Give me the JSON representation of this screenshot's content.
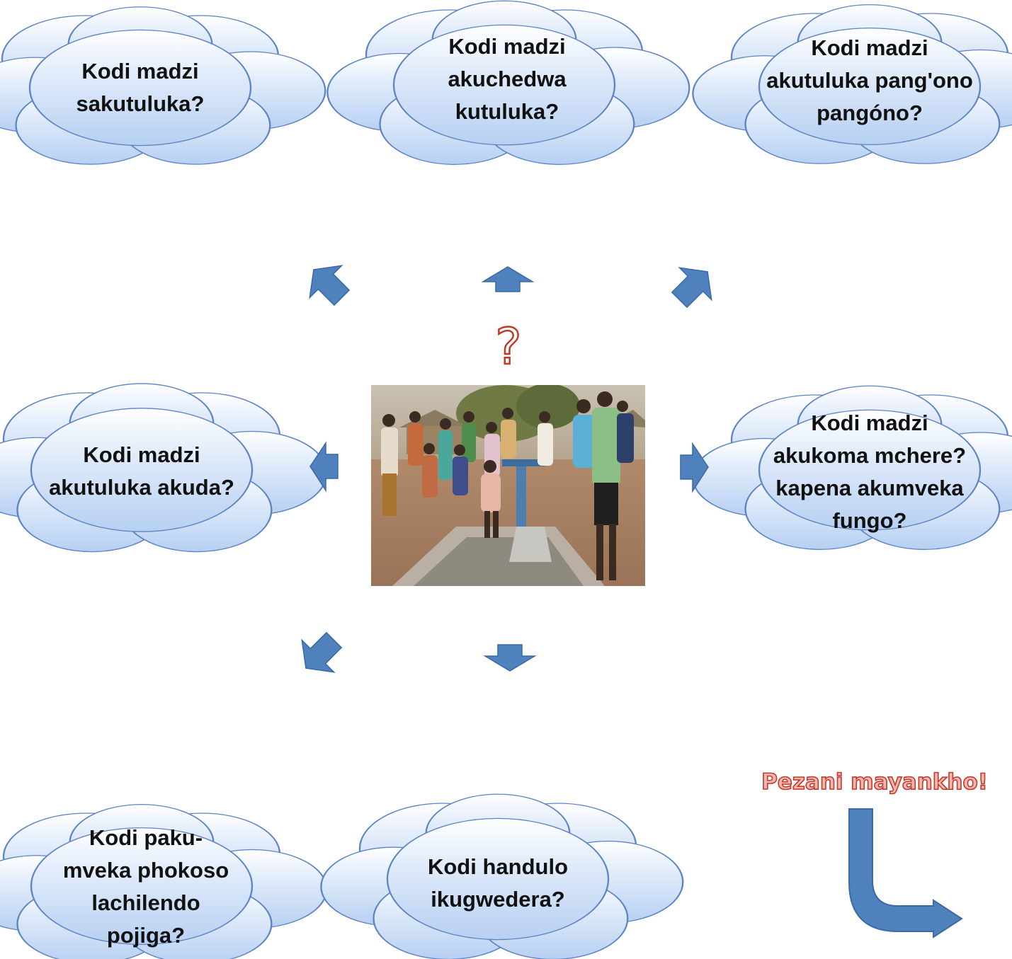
{
  "colors": {
    "cloud_fill_top": "#ffffff",
    "cloud_fill_bottom": "#b7d0f2",
    "cloud_stroke": "#5d84c4",
    "arrow_fill": "#4f81bd",
    "arrow_stroke": "#3a6aa8",
    "accent_red": "#c0392b"
  },
  "clouds": [
    {
      "text": "Kodi madzi\nsakutuluka?"
    },
    {
      "text": "Kodi madzi\nakuchedwa\nkutuluka?"
    },
    {
      "text": "Kodi madzi\nakutuluka pang'ono\npangóno?"
    },
    {
      "text": "Kodi madzi\nakutuluka  akuda?"
    },
    {
      "text": "Kodi madzi\nakukoma mchere?\nkapena akumveka\nfungo?"
    },
    {
      "text": "Kodi paku-\nmveka phokoso\nlachilendo\npojiga?"
    },
    {
      "text": "Kodi handulo\nikugwedera?"
    }
  ],
  "center": {
    "question_mark": "?",
    "photo_icon": "people-at-water-pump-photo"
  },
  "call_to_action": {
    "text": "Pezani mayankho!"
  }
}
